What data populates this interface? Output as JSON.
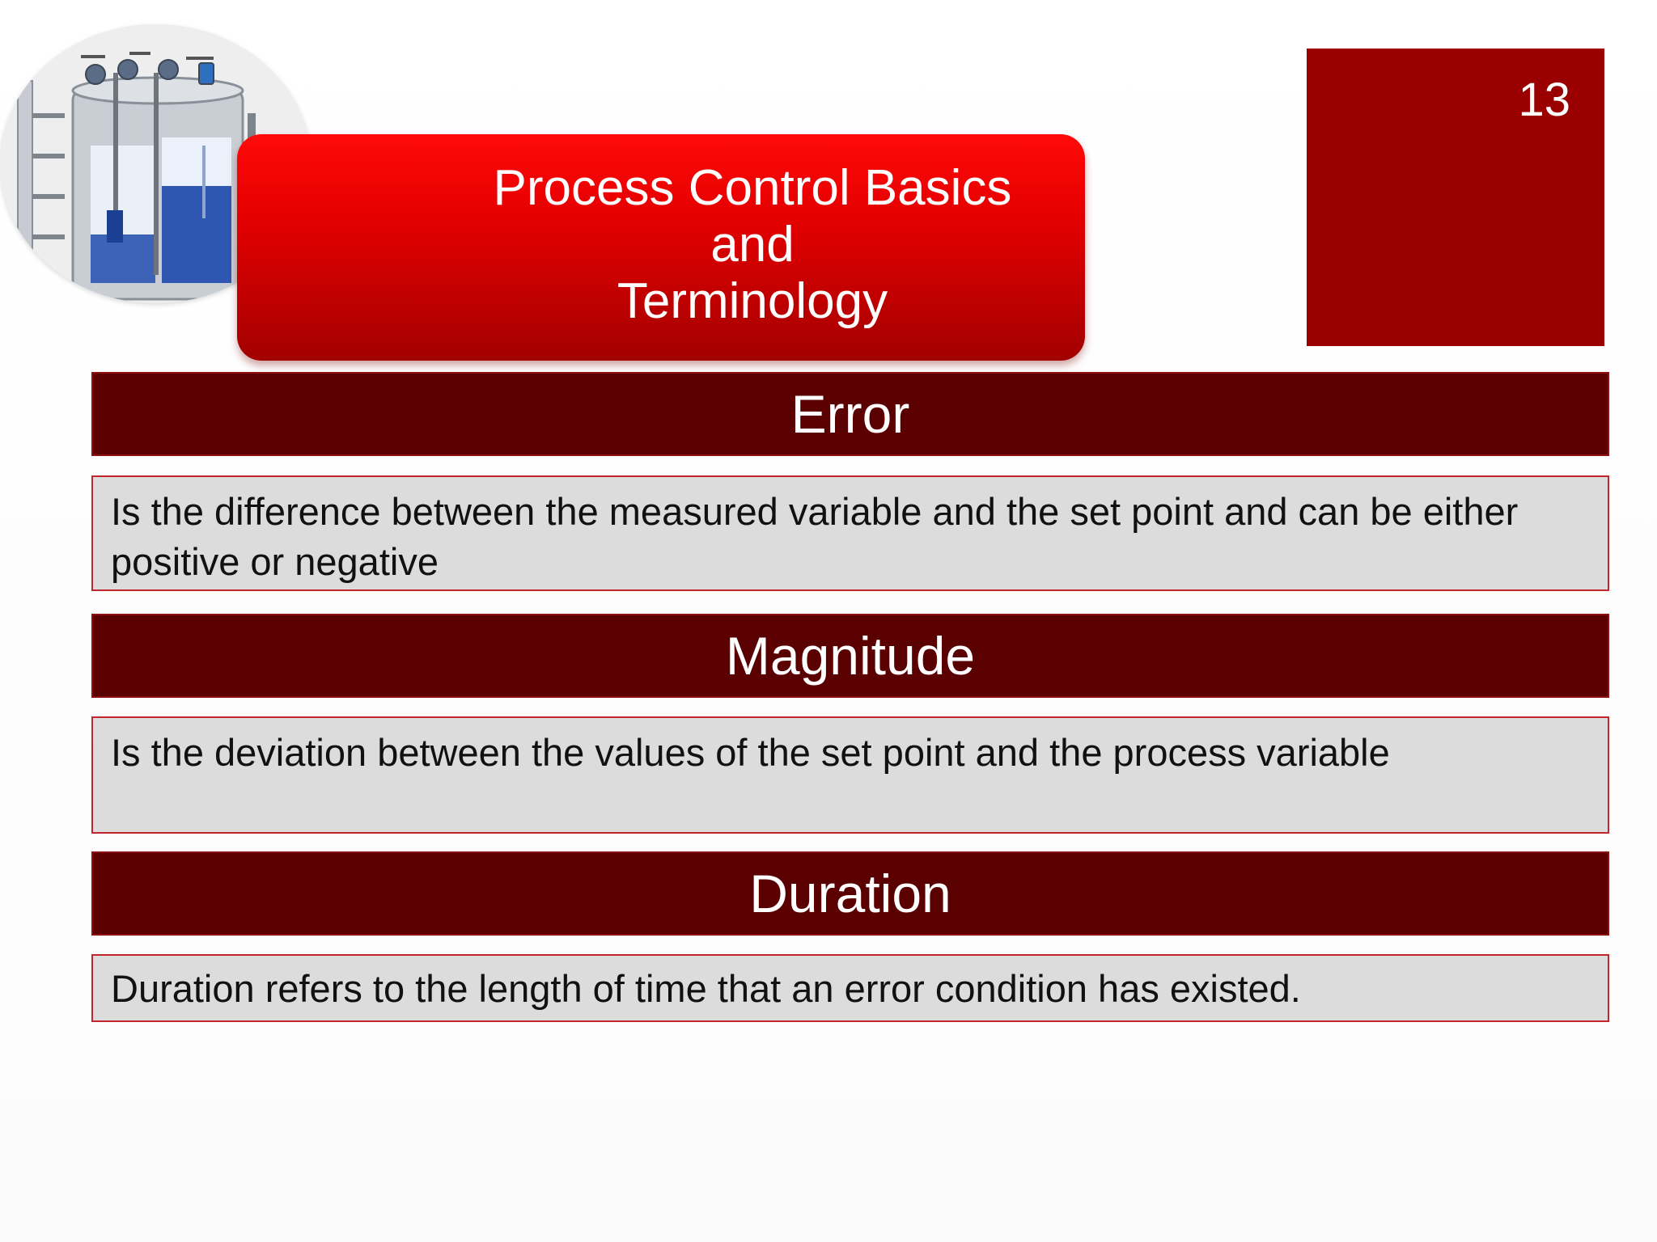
{
  "slide": {
    "title_lines": [
      "Process Control Basics",
      "and",
      "Terminology"
    ],
    "page_number": "13"
  },
  "terms": [
    {
      "heading": "Error",
      "definition": "Is the difference between the measured variable and the set point and can be either positive or negative"
    },
    {
      "heading": "Magnitude",
      "definition": "Is the deviation between the values of the set point and the process variable"
    },
    {
      "heading": "Duration",
      "definition": "Duration refers to the length of time that an error condition has existed."
    }
  ],
  "colors": {
    "banner_red": "#e60000",
    "page_box_red": "#9b0000",
    "term_header": "#5a0000",
    "term_body_bg": "#dcdcdc",
    "term_body_border": "#c0262c"
  },
  "illustration": {
    "icon": "tank-level-instrumentation-icon"
  }
}
